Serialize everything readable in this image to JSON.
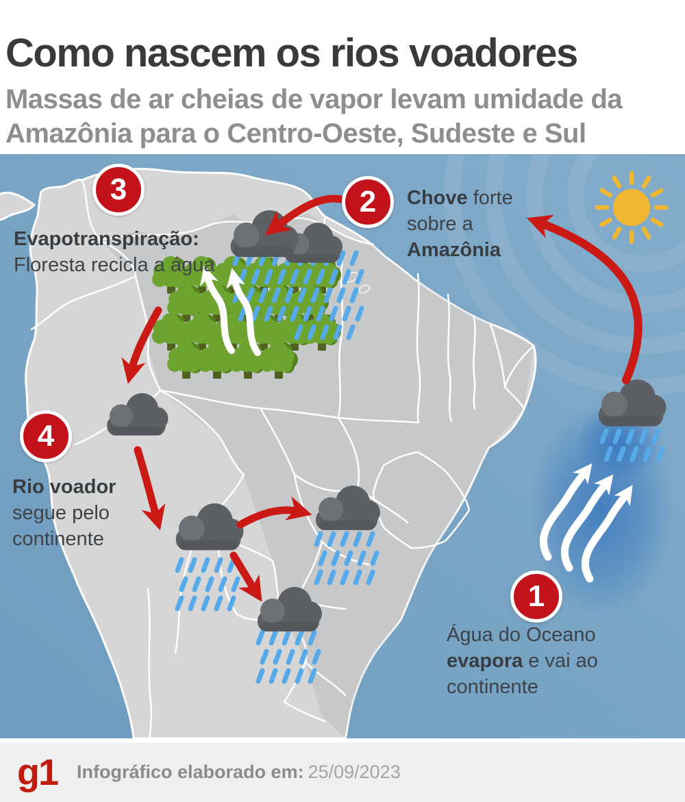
{
  "header": {
    "title": "Como nascem os rios voadores",
    "subtitle": "Massas de ar cheias de vapor levam umidade da Amazônia para o Centro-Oeste, Sudeste e Sul"
  },
  "steps": [
    {
      "number": "1",
      "regular1": "Água do Oceano ",
      "bold": "evapora",
      "regular2": " e vai ao continente"
    },
    {
      "number": "2",
      "bold1": "Chove",
      "regular": " forte sobre a ",
      "bold2": "Amazônia"
    },
    {
      "number": "3",
      "bold": "Evapotranspiração:",
      "regular": "Floresta recicla a água"
    },
    {
      "number": "4",
      "bold": "Rio voador",
      "regular": "segue pelo continente"
    }
  ],
  "footer": {
    "logo": "g1",
    "label": "Infográfico elaborado em:",
    "date": "25/09/2023"
  },
  "colors": {
    "badge_red": "#c4121a",
    "arrow_red": "#cb1a15",
    "ocean_blue": "#78a4c4",
    "land_gray": "#d6d6d6",
    "tree_green": "#6ca42f",
    "rain_blue": "#57aae9",
    "sun_yellow": "#f2b731",
    "cloud_gray": "#5c6064",
    "logo_red": "#c11a0f"
  }
}
